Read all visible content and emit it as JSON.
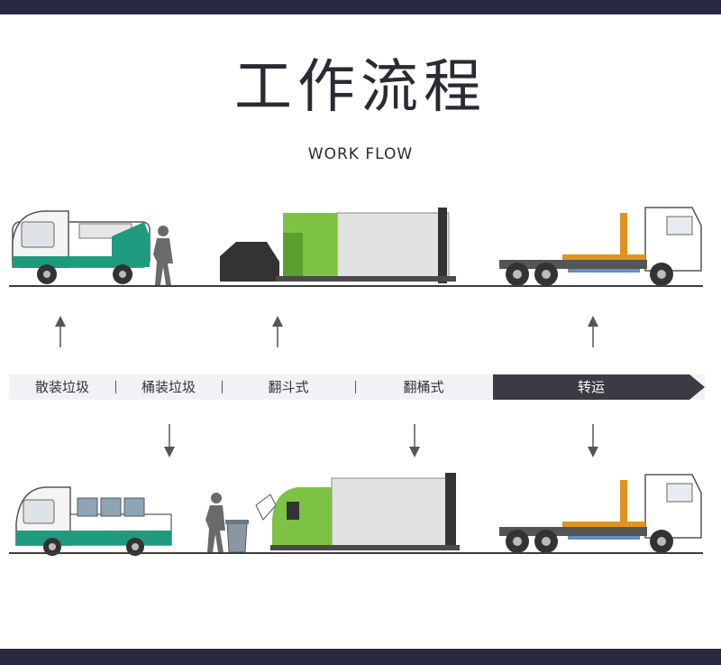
{
  "title": "工作流程",
  "subtitle": "WORK FLOW",
  "steps": [
    {
      "label": "散装垃圾",
      "active": false
    },
    {
      "label": "桶装垃圾",
      "active": false
    },
    {
      "label": "翻斗式",
      "active": false
    },
    {
      "label": "翻桶式",
      "active": false
    },
    {
      "label": "转运",
      "active": true
    }
  ],
  "colors": {
    "dark_bar": "#262940",
    "truck_green": "#1e9a7e",
    "compactor_green": "#7dc242",
    "truck_orange": "#e0931f",
    "active_step": "#3b3b43"
  },
  "icons": [
    "electric-sweeper-truck-icon",
    "worker-icon",
    "flip-bucket-compactor-icon",
    "hook-lift-truck-icon",
    "bin-transport-truck-icon",
    "garbage-bin-icon",
    "arrow-up-icon",
    "arrow-down-icon"
  ]
}
